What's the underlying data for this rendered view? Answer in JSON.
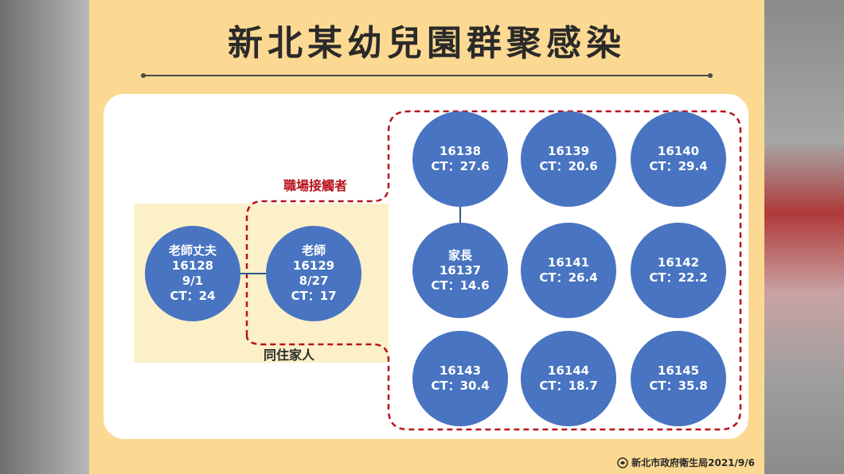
{
  "title": "新北某幼兒園群聚感染",
  "labels": {
    "workplace": "職場接觸者",
    "household": "同住家人"
  },
  "household": [
    {
      "role": "老師丈夫",
      "id": "16128",
      "date": "9/1",
      "ct": "CT：24"
    },
    {
      "role": "老師",
      "id": "16129",
      "date": "8/27",
      "ct": "CT：17"
    }
  ],
  "contacts": [
    {
      "id": "16138",
      "ct": "CT：27.6"
    },
    {
      "id": "16139",
      "ct": "CT：20.6"
    },
    {
      "id": "16140",
      "ct": "CT：29.4"
    },
    {
      "role": "家長",
      "id": "16137",
      "ct": "CT：14.6"
    },
    {
      "id": "16141",
      "ct": "CT：26.4"
    },
    {
      "id": "16142",
      "ct": "CT：22.2"
    },
    {
      "id": "16143",
      "ct": "CT：30.4"
    },
    {
      "id": "16144",
      "ct": "CT：18.7"
    },
    {
      "id": "16145",
      "ct": "CT：35.8"
    }
  ],
  "footer": "新北市政府衛生局2021/9/6",
  "colors": {
    "node": "#4874c1",
    "dashed": "#b8121b",
    "background": "#fcd992"
  },
  "icons": {
    "footer": "seal-icon"
  }
}
